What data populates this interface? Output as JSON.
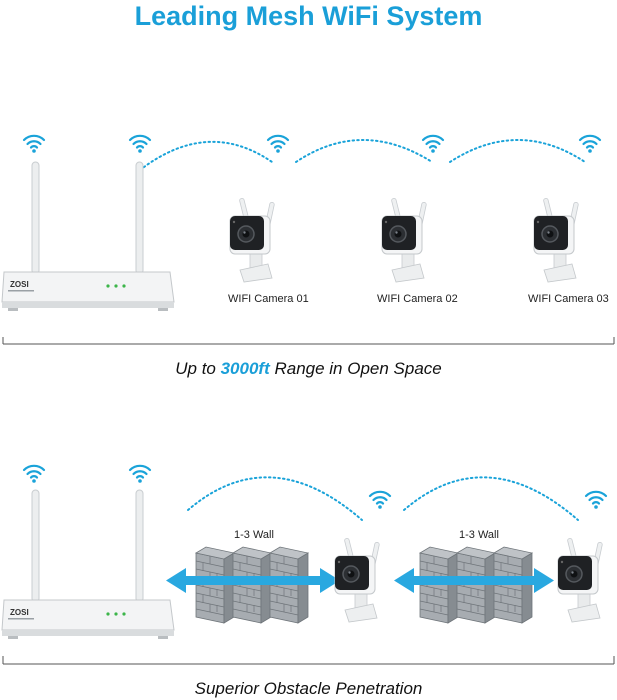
{
  "title": "Leading Mesh WiFi System",
  "brand": "ZOSI",
  "colors": {
    "accent": "#1a9fd8",
    "wifi": "#1aa3d9",
    "arrow": "#29a8e0",
    "brick": "#9aa0a6",
    "device": "#f2f3f4"
  },
  "icons": [
    "wifi-icon",
    "router-icon",
    "camera-icon",
    "brick-wall-icon",
    "double-arrow-icon"
  ],
  "section1": {
    "cameras": [
      "WIFI Camera 01",
      "WIFI Camera 02",
      "WIFI Camera 03"
    ],
    "caption_pre": "Up to ",
    "caption_highlight": "3000ft",
    "caption_post": " Range in Open Space"
  },
  "section2": {
    "wall_labels": [
      "1-3 Wall",
      "1-3 Wall"
    ],
    "caption": "Superior Obstacle Penetration"
  }
}
